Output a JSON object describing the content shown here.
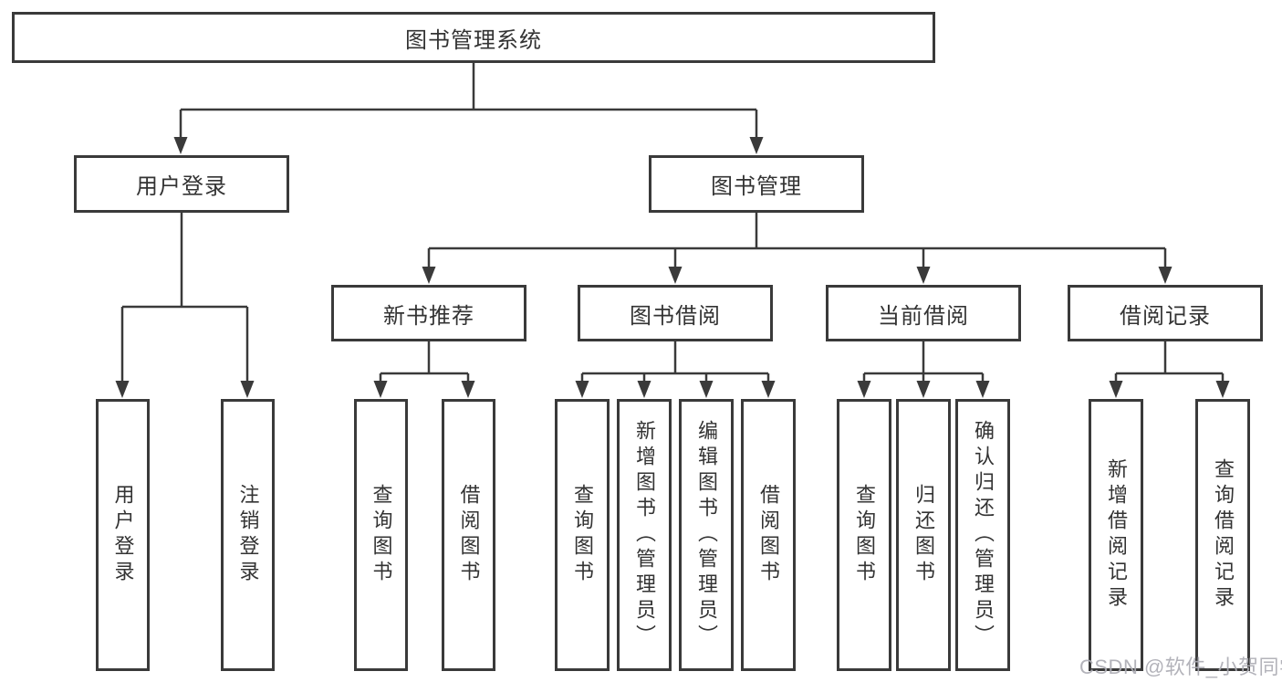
{
  "tree": {
    "root": "图书管理系统",
    "children": [
      {
        "label": "用户登录",
        "children": [
          "用户登录",
          "注销登录"
        ]
      },
      {
        "label": "图书管理",
        "children": [
          {
            "label": "新书推荐",
            "children": [
              "查询图书",
              "借阅图书"
            ]
          },
          {
            "label": "图书借阅",
            "children": [
              "查询图书",
              "新增图书（管理员）",
              "编辑图书（管理员）",
              "借阅图书"
            ]
          },
          {
            "label": "当前借阅",
            "children": [
              "查询图书",
              "归还图书",
              "确认归还（管理员）"
            ]
          },
          {
            "label": "借阅记录",
            "children": [
              "新增借阅记录",
              "查询借阅记录"
            ]
          }
        ]
      }
    ]
  },
  "watermark": "CSDN @软件_小贺同学",
  "colors": {
    "line": "#3a3a3a",
    "box_border": "#3a3a3a",
    "text": "#333333",
    "watermark": "#acacb4"
  }
}
